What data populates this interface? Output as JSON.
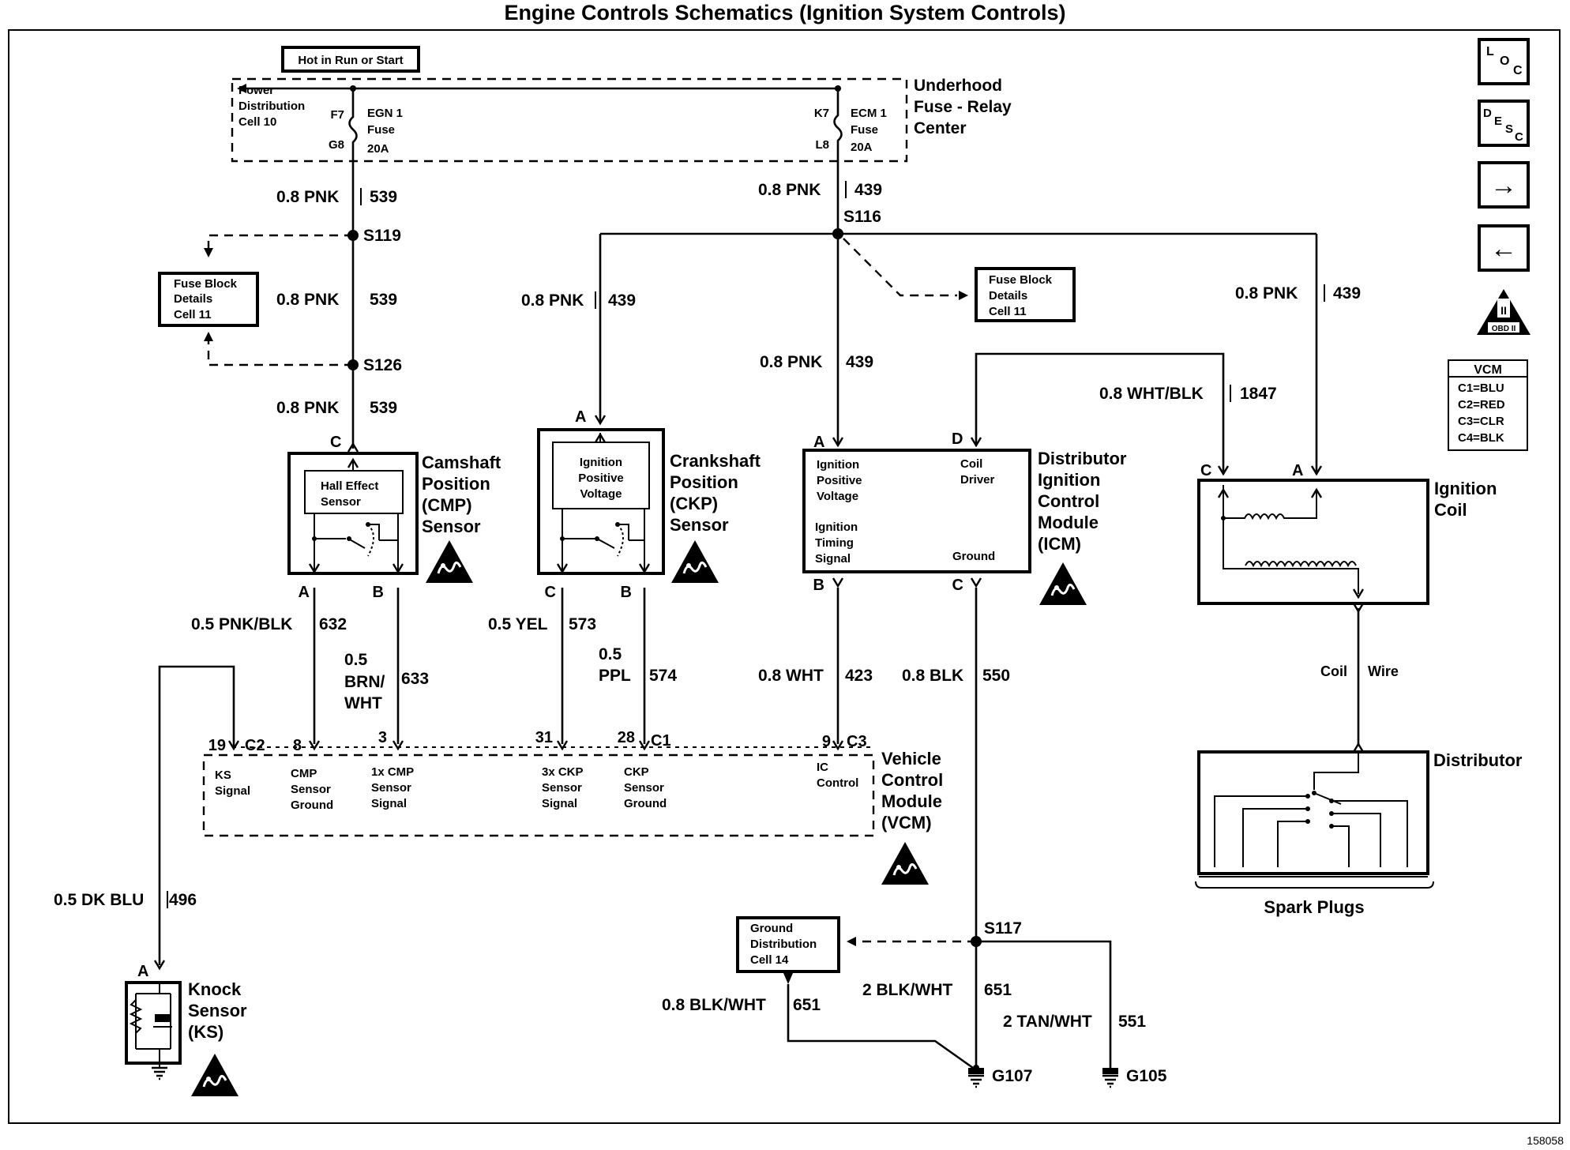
{
  "title": "Engine Controls Schematics (Ignition System Controls)",
  "figure_id": "158058",
  "side_icons": {
    "loc": [
      "L",
      "O",
      "C"
    ],
    "desc": [
      "D",
      "E",
      "S",
      "C"
    ],
    "next": "→",
    "prev": "←",
    "obd": "OBD II"
  },
  "vcm_legend": {
    "title": "VCM",
    "lines": [
      "C1=BLU",
      "C2=RED",
      "C3=CLR",
      "C4=BLK"
    ]
  },
  "fuse_center": {
    "hot_label": "Hot in Run or Start",
    "power_dist": [
      "Power",
      "Distribution",
      "Cell 10"
    ],
    "fuse1_pins": [
      "F7",
      "G8"
    ],
    "fuse1_label": [
      "EGN 1",
      "Fuse",
      "20A"
    ],
    "fuse2_pins": [
      "K7",
      "L8"
    ],
    "fuse2_label": [
      "ECM 1",
      "Fuse",
      "20A"
    ],
    "name": [
      "Underhood",
      "Fuse - Relay",
      "Center"
    ]
  },
  "fuse_block_left": [
    "Fuse Block",
    "Details",
    "Cell 11"
  ],
  "fuse_block_right": [
    "Fuse Block",
    "Details",
    "Cell 11"
  ],
  "ground_dist": [
    "Ground",
    "Distribution",
    "Cell 14"
  ],
  "splices": {
    "s119": "S119",
    "s126": "S126",
    "s116": "S116",
    "s117": "S117"
  },
  "wires": {
    "w539a": [
      "0.8 PNK",
      "539"
    ],
    "w539b": [
      "0.8 PNK",
      "539"
    ],
    "w539c": [
      "0.8 PNK",
      "539"
    ],
    "w439a": [
      "0.8 PNK",
      "439"
    ],
    "w439b": [
      "0.8 PNK",
      "439"
    ],
    "w439c": [
      "0.8 PNK",
      "439"
    ],
    "w439d": [
      "0.8 PNK",
      "439"
    ],
    "w1847": [
      "0.8 WHT/BLK",
      "1847"
    ],
    "w632": [
      "0.5 PNK/BLK",
      "632"
    ],
    "w633": [
      "0.5",
      "BRN/",
      "WHT",
      "633"
    ],
    "w573": [
      "0.5 YEL",
      "573"
    ],
    "w574": [
      "0.5",
      "PPL",
      "574"
    ],
    "w423": [
      "0.8 WHT",
      "423"
    ],
    "w550": [
      "0.8 BLK",
      "550"
    ],
    "w496": [
      "0.5 DK BLU",
      "496"
    ],
    "w651a": [
      "2 BLK/WHT",
      "651"
    ],
    "w651b": [
      "0.8 BLK/WHT",
      "651"
    ],
    "w551": [
      "2 TAN/WHT",
      "551"
    ],
    "coil_wire": [
      "Coil",
      "Wire"
    ]
  },
  "cmp": {
    "pin_c": "C",
    "pin_a": "A",
    "pin_b": "B",
    "inner": [
      "Hall Effect",
      "Sensor"
    ],
    "name": [
      "Camshaft",
      "Position",
      "(CMP)",
      "Sensor"
    ]
  },
  "ckp": {
    "pin_a": "A",
    "pin_c": "C",
    "pin_b": "B",
    "inner": [
      "Ignition",
      "Positive",
      "Voltage"
    ],
    "name": [
      "Crankshaft",
      "Position",
      "(CKP)",
      "Sensor"
    ]
  },
  "icm": {
    "pin_a": "A",
    "pin_d": "D",
    "pin_b": "B",
    "pin_c": "C",
    "labels": {
      "ipv": [
        "Ignition",
        "Positive",
        "Voltage"
      ],
      "coil": [
        "Coil",
        "Driver"
      ],
      "its": [
        "Ignition",
        "Timing",
        "Signal"
      ],
      "gnd": "Ground"
    },
    "name": [
      "Distributor",
      "Ignition",
      "Control",
      "Module",
      "(ICM)"
    ]
  },
  "coil": {
    "pin_c": "C",
    "pin_a": "A",
    "name": [
      "Ignition",
      "Coil"
    ]
  },
  "distributor": {
    "name": "Distributor",
    "plugs": "Spark Plugs"
  },
  "vcm": {
    "c2": "C2",
    "c1": "C1",
    "c3": "C3",
    "pins": {
      "p19": "19",
      "p8": "8",
      "p3": "3",
      "p31": "31",
      "p28": "28",
      "p9": "9"
    },
    "sig": {
      "ks": [
        "KS",
        "Signal"
      ],
      "cmpg": [
        "CMP",
        "Sensor",
        "Ground"
      ],
      "cmps": [
        "1x CMP",
        "Sensor",
        "Signal"
      ],
      "ckps": [
        "3x CKP",
        "Sensor",
        "Signal"
      ],
      "ckpg": [
        "CKP",
        "Sensor",
        "Ground"
      ],
      "ic": [
        "IC",
        "Control"
      ]
    },
    "name": [
      "Vehicle",
      "Control",
      "Module",
      "(VCM)"
    ]
  },
  "knock": {
    "pin": "A",
    "name": [
      "Knock",
      "Sensor",
      "(KS)"
    ]
  },
  "grounds": {
    "g107": "G107",
    "g105": "G105"
  }
}
